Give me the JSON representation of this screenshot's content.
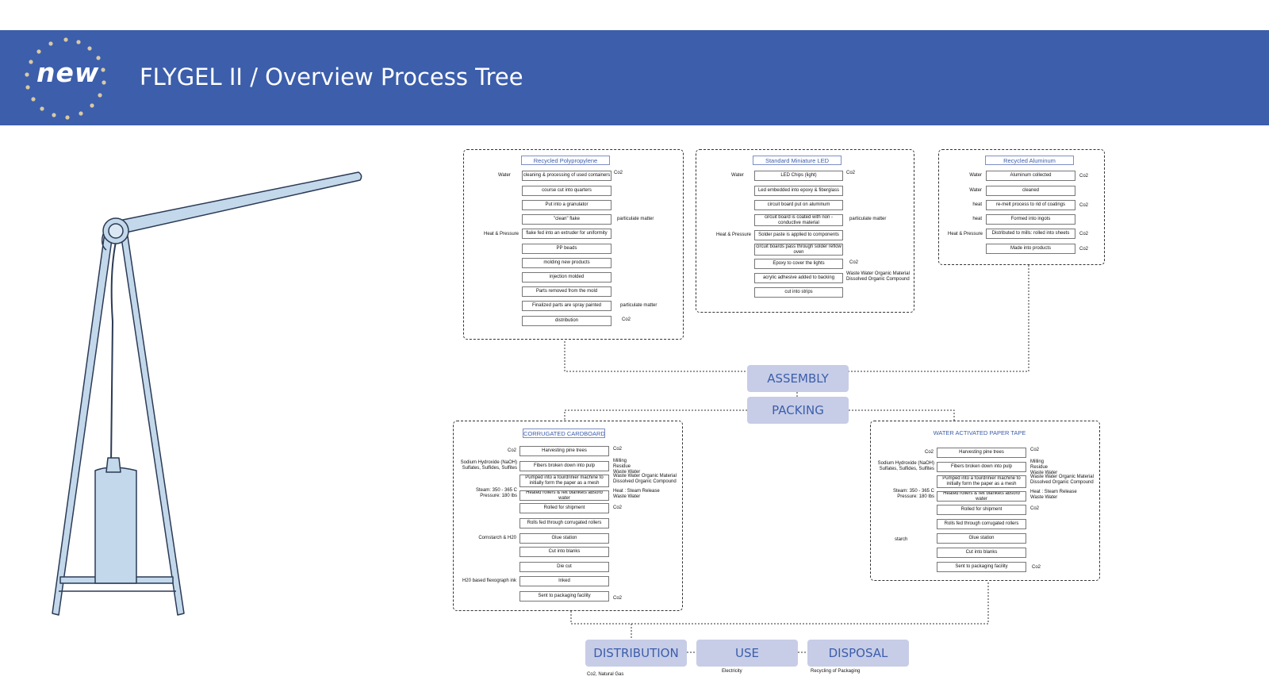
{
  "header": {
    "badge_label": "new",
    "title": "FLYGEL II / Overview Process Tree"
  },
  "groups": {
    "polypropylene": {
      "title": "Recycled Polypropylene",
      "steps": [
        "cleaning & processing of used containers",
        "course cut into quarters",
        "Put into a granulator",
        "\"clean\" flake",
        "flake fed into an extruder for uniformity",
        "PP beads",
        "molding new products",
        "injection molded",
        "Parts removed from the mold",
        "Finalized parts are spray painted",
        "distribution"
      ],
      "inputs": [
        "Water",
        "Heat & Pressure"
      ],
      "outputs": [
        "Co2",
        "particulate matter",
        "particulate matter",
        "Co2"
      ]
    },
    "led": {
      "title": "Standard Miniature LED",
      "steps": [
        "LED Chips (light)",
        "Led embedded into epoxy & fiberglass",
        "circuit board put on aluminum",
        "circuit board is coated with non - conductive material",
        "Solder paste is applied to components",
        "circuit boards pass through solder reflow oven",
        "Epoxy to cover the lights",
        "acrylic adhesive added to backing",
        "cut into strips"
      ],
      "inputs": [
        "Water",
        "Heat & Pressure"
      ],
      "outputs": [
        "Co2",
        "particulate matter",
        "Co2",
        "Waste Water Organic Material Dissolved Organic Compound"
      ]
    },
    "aluminum": {
      "title": "Recycled Aluminum",
      "steps": [
        "Aluminum collected",
        "cleaned",
        "re-melt process to rid of coatings",
        "Formed into ingots",
        "Distributed to mills: rolled into sheets",
        "Made into products"
      ],
      "inputs": [
        "Water",
        "Water",
        "heat",
        "heat",
        "Heat & Pressure"
      ],
      "outputs": [
        "Co2",
        "Co2",
        "Co2",
        "Co2"
      ]
    },
    "cardboard": {
      "title": "CORRUGATED CARDBOARD",
      "steps": [
        "Harvesting pine trees",
        "Fibers broken down into pulp",
        "Pumped into a fourdrinier machine to initially form the paper as a mesh",
        "Heated rollers & felt blankets absorb water",
        "Rolled for shipment",
        "Rolls fed through corrugated rollers",
        "Glue station",
        "Cut into blanks",
        "Die cut",
        "Inked",
        "Sent to packaging facility"
      ],
      "inputs": [
        "Co2",
        "Sodium Hydroxide (NaOH) Sulfates, Sulfides, Sulfites",
        "Steam: 350 - 365 C Pressure: 180 lbs",
        "Cornstarch & H20",
        "H20 based flexograph ink"
      ],
      "outputs": [
        "Co2",
        "Milling Residue Waste Water",
        "Waste Water Organic Material Dissolved Organic Compound",
        "Heat : Steam Release Waste Water",
        "Co2",
        "Co2"
      ]
    },
    "tape": {
      "title": "WATER ACTIVATED PAPER TAPE",
      "steps": [
        "Harvesting pine trees",
        "Fibers broken down into pulp",
        "Pumped into a fourdrinier machine to initially form the paper as a mesh",
        "Heated rollers & felt blankets absorb water",
        "Rolled for shipment",
        "Rolls fed through corrugated rollers",
        "Glue station",
        "Cut into blanks",
        "Sent to packaging facility"
      ],
      "inputs": [
        "Co2",
        "Sodium Hydroxide (NaOH) Sulfates, Sulfides, Sulfites",
        "Steam: 350 - 365 C Pressure: 180 lbs",
        "starch"
      ],
      "outputs": [
        "Co2",
        "Milling Residue Waste Water",
        "Waste Water Organic Material Dissolved Organic Compound",
        "Heat : Steam Release Waste Water",
        "Co2",
        "Co2"
      ]
    }
  },
  "stages": {
    "assembly": "ASSEMBLY",
    "packing": "PACKING",
    "distribution": "DISTRIBUTION",
    "use": "USE",
    "disposal": "DISPOSAL"
  },
  "stage_notes": {
    "distribution": "Co2, Natural Gas",
    "use": "Electricity",
    "disposal": "Recycling of Packaging"
  },
  "colors": {
    "banner": "#3c5eab",
    "stage_fill": "#c7cde7",
    "stage_text": "#3c5eab",
    "lamp_fill": "#c3d8ea"
  }
}
